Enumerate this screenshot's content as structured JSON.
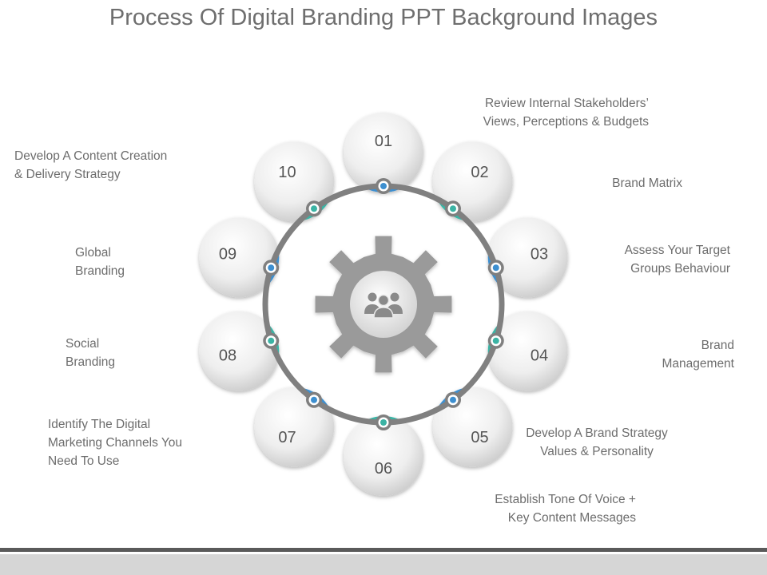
{
  "title": "Process Of Digital Branding PPT Background Images",
  "colors": {
    "blue": "#3d8fd0",
    "teal": "#3bb3a4",
    "gear": "#9a9a9a",
    "ring": "#808080"
  },
  "center_icon": "people-group-icon",
  "steps": [
    {
      "number": "01",
      "label": "Review Internal Stakeholders’\nViews, Perceptions & Budgets",
      "accent": "blue"
    },
    {
      "number": "02",
      "label": "Brand Matrix",
      "accent": "teal"
    },
    {
      "number": "03",
      "label": "Assess Your Target\nGroups Behaviour",
      "accent": "blue"
    },
    {
      "number": "04",
      "label": "Brand\nManagement",
      "accent": "teal"
    },
    {
      "number": "05",
      "label": "Develop A Brand Strategy\nValues & Personality",
      "accent": "blue"
    },
    {
      "number": "06",
      "label": "Establish Tone Of Voice +\nKey Content Messages",
      "accent": "teal"
    },
    {
      "number": "07",
      "label": "Identify The Digital\nMarketing Channels You\nNeed To Use",
      "accent": "blue"
    },
    {
      "number": "08",
      "label": "Social\nBranding",
      "accent": "teal"
    },
    {
      "number": "09",
      "label": "Global\nBranding",
      "accent": "blue"
    },
    {
      "number": "10",
      "label": "Develop A Content Creation\n& Delivery Strategy",
      "accent": "teal"
    }
  ]
}
